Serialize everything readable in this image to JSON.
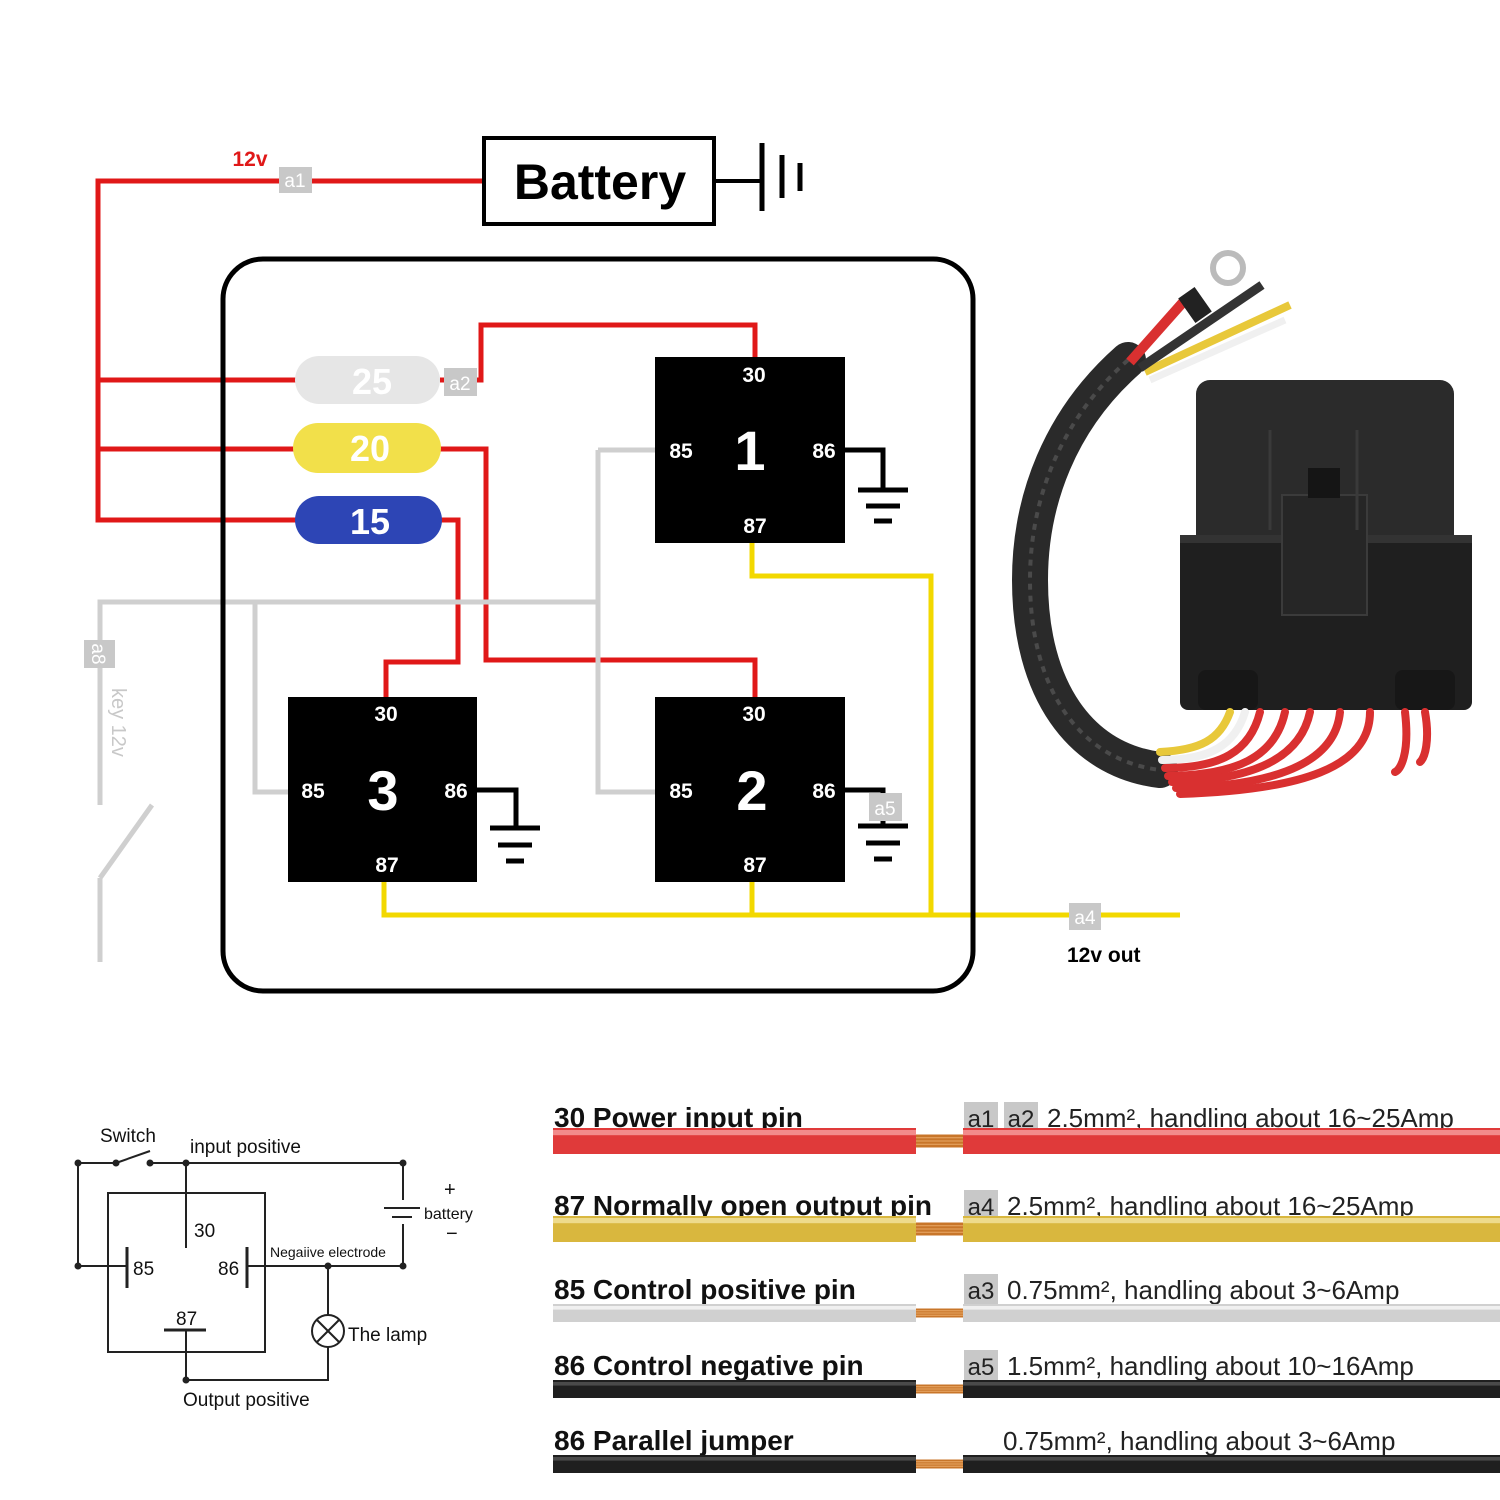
{
  "battery": {
    "label": "Battery",
    "supply_label": "12v",
    "supply_tag": "a1"
  },
  "fuses": [
    {
      "rating": "25",
      "color": "#e6e6e6",
      "text_color": "#ffffff"
    },
    {
      "rating": "20",
      "color": "#f2e04a",
      "text_color": "#ffffff"
    },
    {
      "rating": "15",
      "color": "#2d45b5",
      "text_color": "#ffffff"
    }
  ],
  "wire_tags": {
    "a2": "a2",
    "a4": "a4",
    "a5": "a5",
    "a8": "a8"
  },
  "relays": [
    {
      "number": "1",
      "pin_top": "30",
      "pin_left": "85",
      "pin_right": "86",
      "pin_bottom": "87"
    },
    {
      "number": "2",
      "pin_top": "30",
      "pin_left": "85",
      "pin_right": "86",
      "pin_bottom": "87"
    },
    {
      "number": "3",
      "pin_top": "30",
      "pin_left": "85",
      "pin_right": "86",
      "pin_bottom": "87"
    }
  ],
  "labels": {
    "key": "key 12v",
    "output": "12v out"
  },
  "schematic": {
    "switch": "Switch",
    "input_positive": "input positive",
    "pin30": "30",
    "pin85": "85",
    "pin86": "86",
    "pin87": "87",
    "negative": "Negaiive electrode",
    "battery": "battery",
    "plus": "+",
    "minus": "−",
    "lamp": "The lamp",
    "output_positive": "Output positive"
  },
  "wire_specs": [
    {
      "pin_label": "30 Power input pin",
      "tags": [
        "a1",
        "a2"
      ],
      "spec": "2.5mm², handling about 16~25Amp",
      "color": "#e03a3a",
      "highlight": "#f6a0a0"
    },
    {
      "pin_label": "87 Normally open output pin",
      "tags": [
        "a4"
      ],
      "spec": "2.5mm², handling about 16~25Amp",
      "color": "#d9b73e",
      "highlight": "#f3e3a0"
    },
    {
      "pin_label": "85 Control positive pin",
      "tags": [
        "a3"
      ],
      "spec": "0.75mm², handling about 3~6Amp",
      "color": "#d0d0d0",
      "highlight": "#f7f7f7"
    },
    {
      "pin_label": "86 Control negative pin",
      "tags": [
        "a5"
      ],
      "spec": "1.5mm², handling about 10~16Amp",
      "color": "#1f1f1f",
      "highlight": "#555555"
    },
    {
      "pin_label": "86 Parallel jumper",
      "tags": [],
      "spec": "0.75mm², handling about 3~6Amp",
      "color": "#1f1f1f",
      "highlight": "#555555"
    }
  ],
  "colors": {
    "red_wire": "#e01818",
    "yellow_wire": "#f2d800",
    "grey_wire": "#cfcfcf",
    "relay": "#000000",
    "tag_bg": "#c8c8c8",
    "copper": "#c8762a"
  }
}
